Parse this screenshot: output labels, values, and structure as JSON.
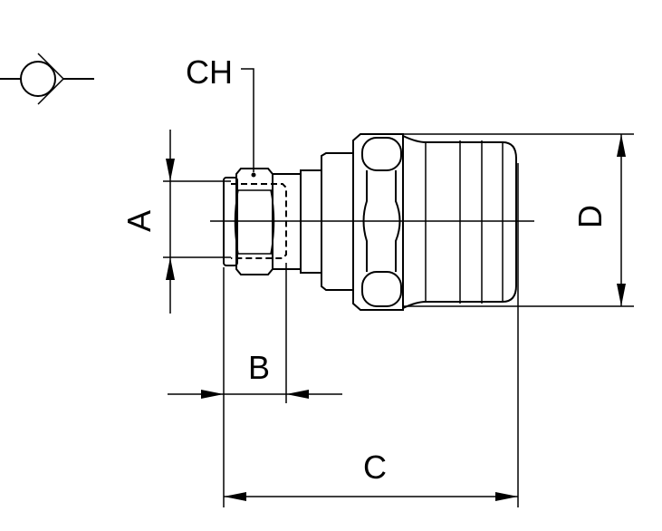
{
  "symbol": {
    "icon": "check-valve-symbol"
  },
  "labels": {
    "ch": "CH",
    "a": "A",
    "b": "B",
    "c": "C",
    "d": "D"
  },
  "colors": {
    "line": "#000000",
    "background": "#ffffff"
  }
}
